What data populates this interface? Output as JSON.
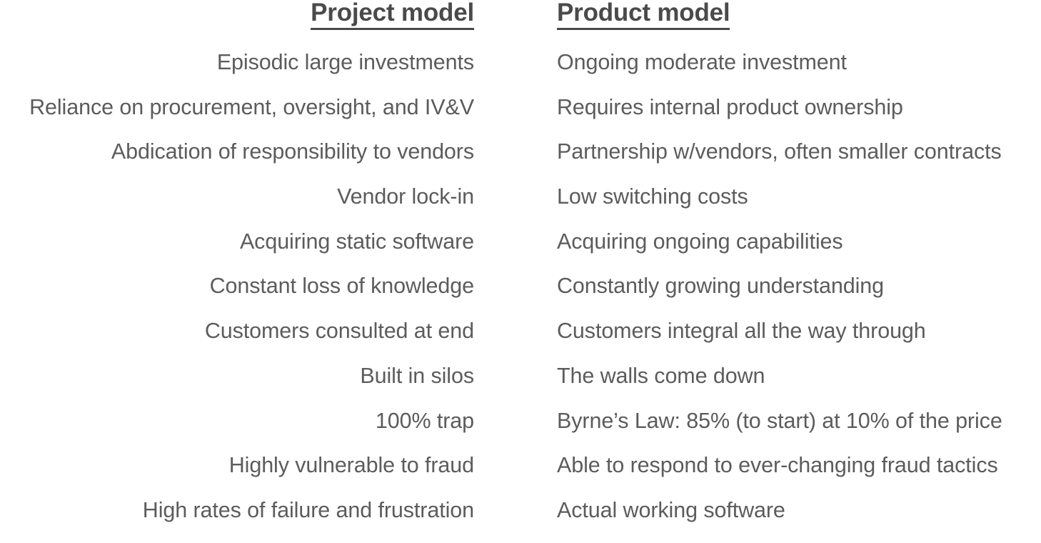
{
  "slide": {
    "background_color": "#ffffff",
    "header_color": "#4a4a4a",
    "body_text_color": "#5c5c5c"
  },
  "headers": {
    "left": "Project model",
    "right": "Product model"
  },
  "rows": [
    {
      "left": "Episodic large investments",
      "right": "Ongoing moderate investment"
    },
    {
      "left": "Reliance on procurement, oversight, and IV&V",
      "right": "Requires internal product ownership"
    },
    {
      "left": "Abdication of responsibility to vendors",
      "right": "Partnership w/vendors, often smaller contracts"
    },
    {
      "left": "Vendor lock-in",
      "right": "Low switching costs"
    },
    {
      "left": "Acquiring static software",
      "right": "Acquiring ongoing capabilities"
    },
    {
      "left": "Constant loss of knowledge",
      "right": "Constantly growing understanding"
    },
    {
      "left": "Customers consulted at end",
      "right": "Customers integral all the way through"
    },
    {
      "left": "Built in silos",
      "right": "The walls come down"
    },
    {
      "left": "100% trap",
      "right": "Byrne’s Law: 85% (to start) at 10% of the price"
    },
    {
      "left": "Highly vulnerable to fraud",
      "right": "Able to respond to ever-changing fraud tactics"
    },
    {
      "left": "High rates of failure and frustration",
      "right": "Actual working software"
    }
  ]
}
